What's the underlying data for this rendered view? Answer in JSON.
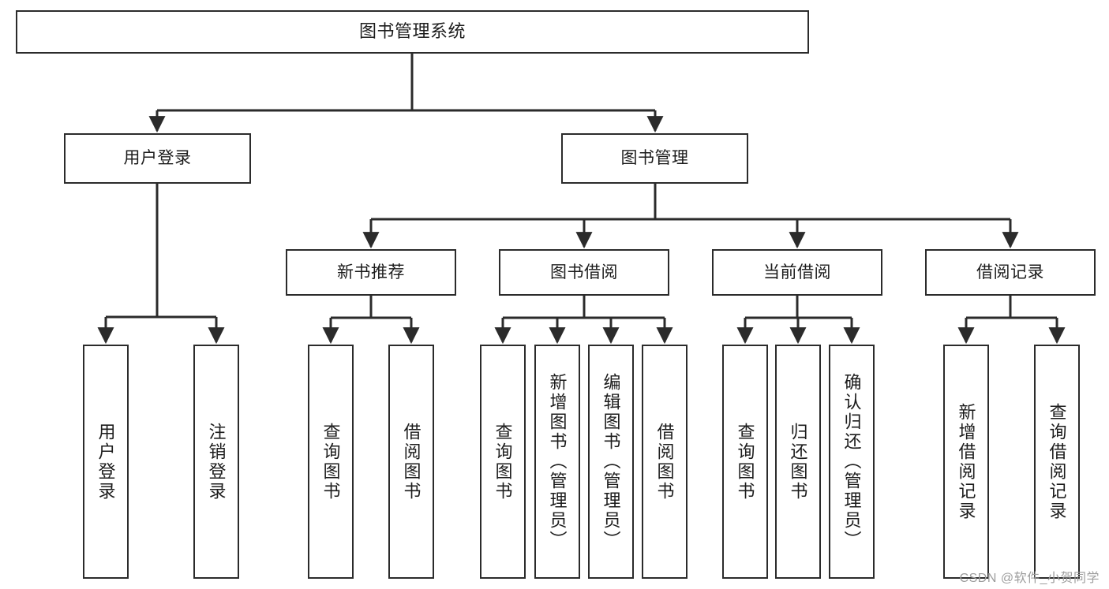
{
  "diagram": {
    "title": "图书管理系统",
    "type": "tree",
    "watermark": "CSDN @软件_小贺同学",
    "colors": {
      "stroke": "#2b2b2b",
      "fill": "#ffffff",
      "text": "#1c1c1c",
      "watermark": "#9d9d9d"
    },
    "levels": {
      "root": "图书管理系统",
      "level2": [
        "用户登录",
        "图书管理"
      ],
      "level3": [
        "新书推荐",
        "图书借阅",
        "当前借阅",
        "借阅记录"
      ]
    },
    "nodes": {
      "root": {
        "label": "图书管理系统"
      },
      "user_login": {
        "label": "用户登录"
      },
      "book_manage": {
        "label": "图书管理"
      },
      "new_book_rec": {
        "label": "新书推荐"
      },
      "book_borrow": {
        "label": "图书借阅"
      },
      "current_borrow": {
        "label": "当前借阅"
      },
      "borrow_record": {
        "label": "借阅记录"
      },
      "leaf_user_login": {
        "label": "用户登录"
      },
      "leaf_logout": {
        "label": "注销登录"
      },
      "leaf_query_book_1": {
        "label": "查询图书"
      },
      "leaf_borrow_book_1": {
        "label": "借阅图书"
      },
      "leaf_query_book_2": {
        "label": "查询图书"
      },
      "leaf_add_book": {
        "label": "新增图书（管理员）"
      },
      "leaf_edit_book": {
        "label": "编辑图书（管理员）"
      },
      "leaf_borrow_book_2": {
        "label": "借阅图书"
      },
      "leaf_query_book_3": {
        "label": "查询图书"
      },
      "leaf_return_book": {
        "label": "归还图书"
      },
      "leaf_confirm_return": {
        "label": "确认归还（管理员）"
      },
      "leaf_add_record": {
        "label": "新增借阅记录"
      },
      "leaf_query_record": {
        "label": "查询借阅记录"
      }
    },
    "edges": [
      {
        "from": "root",
        "to": "user_login"
      },
      {
        "from": "root",
        "to": "book_manage"
      },
      {
        "from": "user_login",
        "to": "leaf_user_login"
      },
      {
        "from": "user_login",
        "to": "leaf_logout"
      },
      {
        "from": "book_manage",
        "to": "new_book_rec"
      },
      {
        "from": "book_manage",
        "to": "book_borrow"
      },
      {
        "from": "book_manage",
        "to": "current_borrow"
      },
      {
        "from": "book_manage",
        "to": "borrow_record"
      },
      {
        "from": "new_book_rec",
        "to": "leaf_query_book_1"
      },
      {
        "from": "new_book_rec",
        "to": "leaf_borrow_book_1"
      },
      {
        "from": "book_borrow",
        "to": "leaf_query_book_2"
      },
      {
        "from": "book_borrow",
        "to": "leaf_add_book"
      },
      {
        "from": "book_borrow",
        "to": "leaf_edit_book"
      },
      {
        "from": "book_borrow",
        "to": "leaf_borrow_book_2"
      },
      {
        "from": "current_borrow",
        "to": "leaf_query_book_3"
      },
      {
        "from": "current_borrow",
        "to": "leaf_return_book"
      },
      {
        "from": "current_borrow",
        "to": "leaf_confirm_return"
      },
      {
        "from": "borrow_record",
        "to": "leaf_add_record"
      },
      {
        "from": "borrow_record",
        "to": "leaf_query_record"
      }
    ]
  }
}
